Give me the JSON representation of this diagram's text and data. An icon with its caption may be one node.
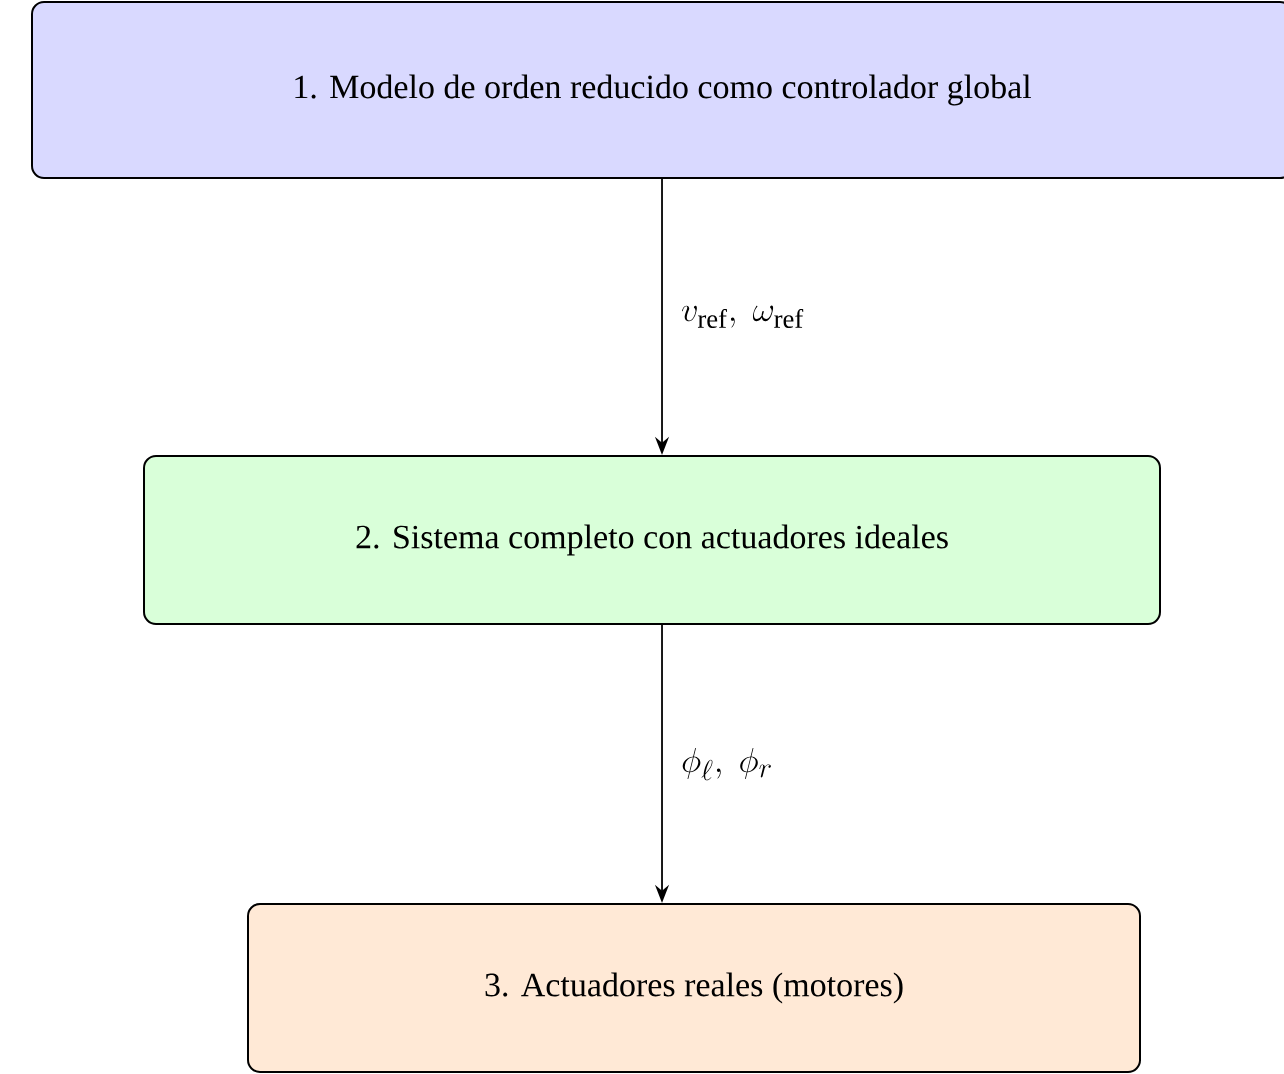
{
  "diagram": {
    "nodes": [
      {
        "text": [
          "1. Modelo de orden reducido como controlador global"
        ]
      },
      {
        "text": [
          "2. Sistema completo con actuadores ideales"
        ]
      },
      {
        "text": [
          "3. Actuadores reales (motores)"
        ]
      }
    ],
    "edges": [
      {
        "from": 0,
        "to": 1,
        "arrow": "to",
        "label": "v_{\\mathrm{ref}},\\ \\omega_{\\mathrm{ref}}"
      },
      {
        "from": 1,
        "to": 2,
        "arrow": "to",
        "label": "\\phi_{\\ell},\\ \\phi_{r}"
      }
    ]
  }
}
